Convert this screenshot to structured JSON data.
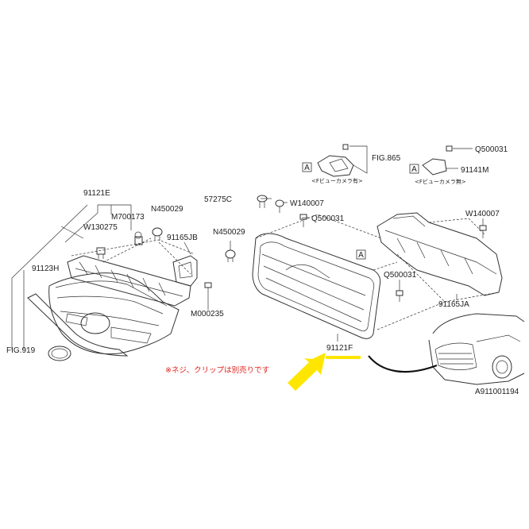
{
  "labels": {
    "p91121E": "91121E",
    "M700173": "M700173",
    "N450029_a": "N450029",
    "W130275": "W130275",
    "p91123H": "91123H",
    "p91165JB": "91165JB",
    "N450029_b": "N450029",
    "M000235": "M000235",
    "FIG919": "FIG.919",
    "p57275C": "57275C",
    "W140007_a": "W140007",
    "Q500031_a": "Q500031",
    "FIG865": "FIG.865",
    "Q500031_top": "Q500031",
    "p91141M": "91141M",
    "W140007_b": "W140007",
    "Q500031_b": "Q500031",
    "p91165JA": "91165JA",
    "p91121F": "91121F",
    "camera_with": "<Fビューカメラ有>",
    "camera_without": "<Fビューカメラ無>",
    "ref_A1": "A",
    "ref_A2": "A",
    "ref_A3": "A",
    "diagram_code": "A911001194"
  },
  "note": "※ネジ、クリップは別売りです",
  "colors": {
    "note_text": "#e0211b",
    "highlight_underline": "#ffe600",
    "arrow": "#ffe600",
    "line_art": "#333333"
  }
}
